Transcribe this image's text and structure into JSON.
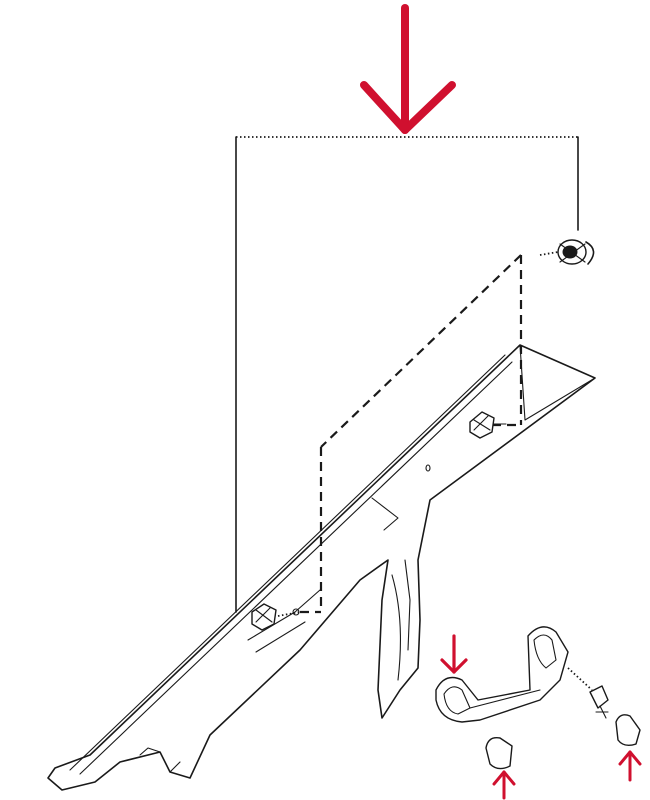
{
  "colors": {
    "line": "#1a1a1a",
    "arrow": "#d0102f",
    "background": "#ffffff"
  },
  "callouts": {
    "main": "red-arrow-down",
    "handle_end": "red-arrow-down",
    "cover_left": "red-arrow-up",
    "cover_right": "red-arrow-up"
  }
}
